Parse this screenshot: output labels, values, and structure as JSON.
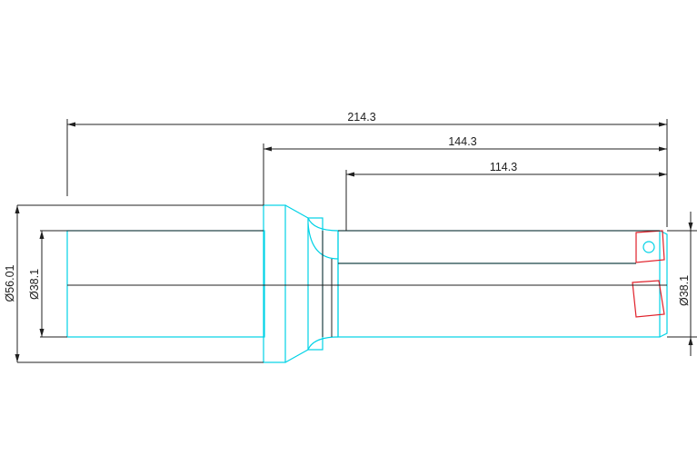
{
  "drawing": {
    "dimensions": {
      "overall_length": "214.3",
      "body_length": "144.3",
      "flute_length": "114.3",
      "shank_outer_diameter": "Ø56.01",
      "shank_diameter": "Ø38.1",
      "cutting_diameter": "Ø38.1"
    },
    "colors": {
      "outline": "#00d2e6",
      "dimension": "#202020",
      "insert": "#e0202a",
      "background": "#ffffff"
    }
  }
}
